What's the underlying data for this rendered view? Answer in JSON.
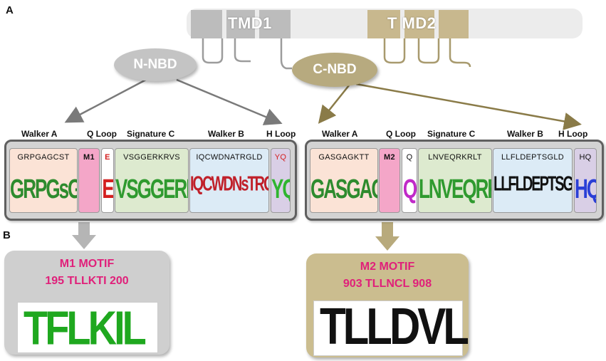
{
  "panels": {
    "a": "A",
    "b": "B"
  },
  "domains": {
    "tmd1": "TMD1",
    "tmd2": "T MD2",
    "n_nbd": "N-NBD",
    "c_nbd": "C-NBD"
  },
  "row_labels": {
    "left": [
      "Walker A",
      "Q Loop",
      "Signature C",
      "Walker B",
      "H Loop"
    ],
    "right": [
      "Walker A",
      "Q Loop",
      "Signature C",
      "Walker B",
      "H Loop"
    ]
  },
  "segments_left": [
    {
      "seq": "GRPGAGCST",
      "logo": "GRPGsGCST"
    },
    {
      "seq": "M1",
      "logo": ""
    },
    {
      "seq": "E",
      "logo": "E"
    },
    {
      "seq": "VSGGERKRVS",
      "logo": "VSGGERKRVS"
    },
    {
      "seq": "IQCWDNATRGLD",
      "logo": "IQCWDNsTRGLD"
    },
    {
      "seq": "YQ",
      "logo": "YQ"
    }
  ],
  "segments_right": [
    {
      "seq": "GASGAGKTT",
      "logo": "GASGAGKTT"
    },
    {
      "seq": "M2",
      "logo": ""
    },
    {
      "seq": "Q",
      "logo": "Q"
    },
    {
      "seq": "LNVEQRKRLT",
      "logo": "LNVEQRKRLT"
    },
    {
      "seq": "LLFLDEPTSGLD",
      "logo": "LLFLDEPTSGLD"
    },
    {
      "seq": "HQ",
      "logo": "HQ"
    }
  ],
  "motif_left": {
    "title": "M1 MOTIF",
    "range": "195 TLLKTI 200",
    "logo": "TFLKIL"
  },
  "motif_right": {
    "title": "M2 MOTIF",
    "range": "903 TLLNCL 908",
    "logo": "TLLDVL"
  },
  "colors": {
    "membrane": "#ececec",
    "tmd1": "#bcbcbc",
    "tmd2": "#c8b88e",
    "n_nbd": "#c4c4c4",
    "c_nbd": "#b7aa7f",
    "arrow_left": "#7a7a7a",
    "arrow_right": "#8a7b48",
    "walker_a": "#fbe3d6",
    "pink": "#f4a6c8",
    "signature": "#ddeacf",
    "walker_b": "#dcebf6",
    "hloop": "#d9cfe6",
    "motif_left_bg": "#cfcfcf",
    "motif_right_bg": "#cbbd8f",
    "red_residue": "#d42020"
  }
}
